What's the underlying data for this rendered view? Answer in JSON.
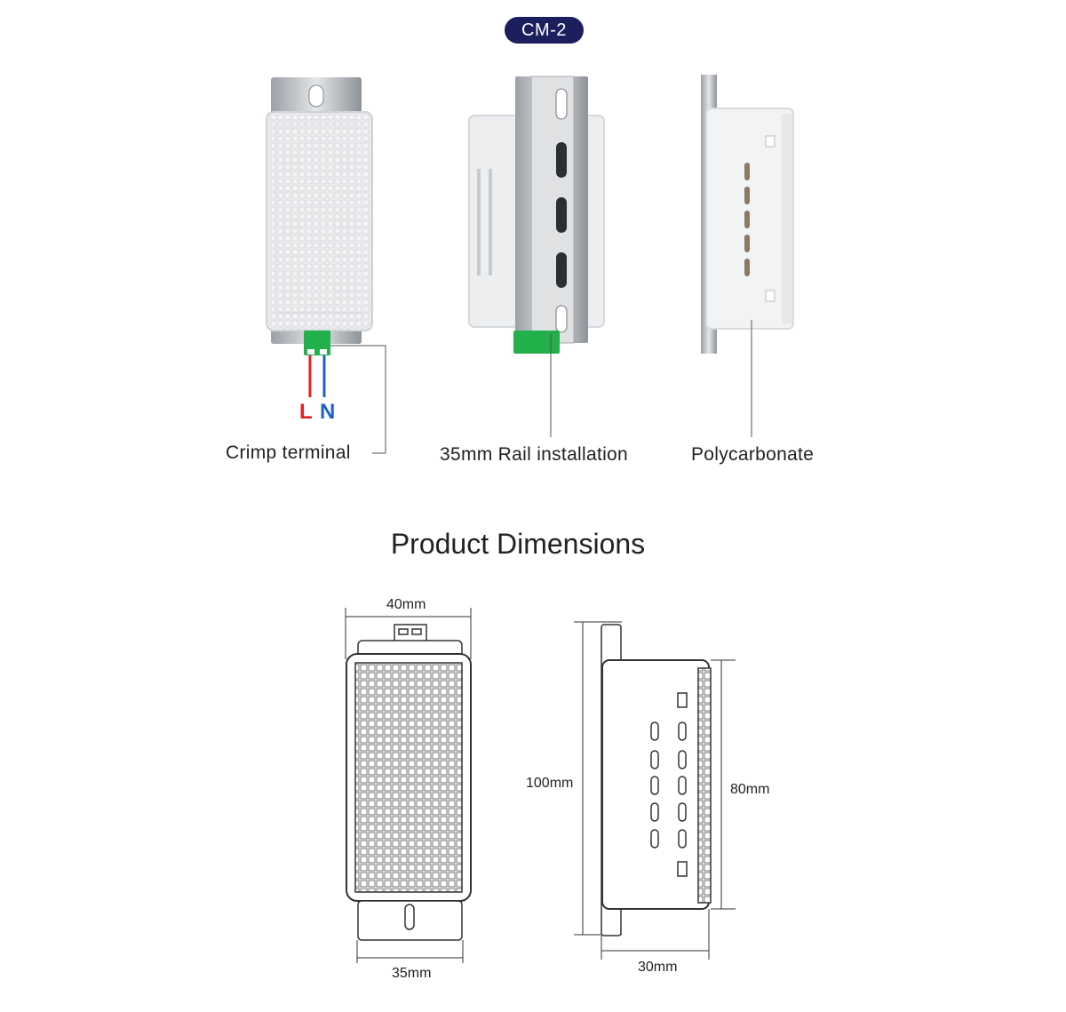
{
  "badge": {
    "label": "CM-2"
  },
  "features": [
    {
      "label": "Crimp terminal"
    },
    {
      "label": "35mm Rail installation"
    },
    {
      "label": "Polycarbonate"
    }
  ],
  "wires": {
    "live_label": "L",
    "neutral_label": "N",
    "live_color": "#e02020",
    "neutral_color": "#1f5fc8"
  },
  "terminal_color": "#22b04a",
  "section": {
    "title": "Product Dimensions"
  },
  "dimensions": {
    "top_width": "40mm",
    "bottom_width": "35mm",
    "total_height": "100mm",
    "body_height": "80mm",
    "depth": "30mm"
  },
  "colors": {
    "badge_bg": "#1c1f5e",
    "line": "#555555"
  }
}
